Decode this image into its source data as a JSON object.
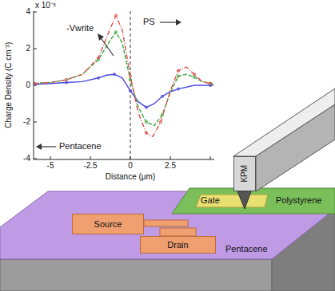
{
  "diagram": {
    "nodes": [
      {
        "text": [
          "Pentacene"
        ]
      },
      {
        "text": [
          "Source"
        ],
        "in": 0
      },
      {
        "text": [
          "Drain"
        ],
        "in": 0
      },
      {
        "text": [
          "Polystyrene"
        ]
      },
      {
        "text": [
          "Gate"
        ],
        "in": 3
      },
      {
        "text": [
          "KPM"
        ]
      }
    ],
    "labels": [
      "x 10⁻⁵",
      "4",
      "2",
      "0",
      "-2",
      "-4",
      "-5",
      "-2.5",
      "0",
      "2.5",
      "Charge Density (C cm⁻³)",
      "Distance (μm)",
      "PS",
      "Pentacene",
      "-Vwrite"
    ]
  }
}
